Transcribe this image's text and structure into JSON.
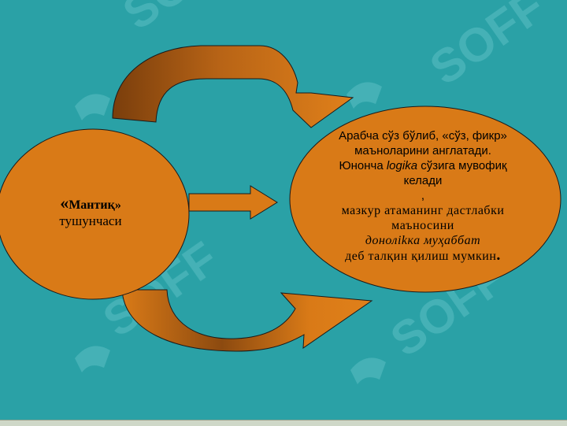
{
  "colors": {
    "background": "#2aa1a6",
    "shape_fill": "#d97a17",
    "arrow_dark": "#8c4a10",
    "outline": "#1a1a1a"
  },
  "watermark": {
    "text": "SOFF"
  },
  "left_node": {
    "quote_open": "«",
    "term": "Мантиқ",
    "quote_close": "»",
    "subtitle": "тушунчаси"
  },
  "right_node": {
    "line1": "Арабча сўз бўлиб, «сўз, фикр»",
    "line2": "маъноларини англатади.",
    "line3_a": "Юнонча ",
    "line3_b": "logika",
    "line3_c": " сўзига мувофиқ",
    "line4": "келади",
    "line5": ",",
    "line6": "мазкур атаманинг дастлабки",
    "line7": "маъносини",
    "line8": "донолikка муҳаббат",
    "line9": "деб талқин қилиш мумкин",
    "line9_end": "."
  }
}
